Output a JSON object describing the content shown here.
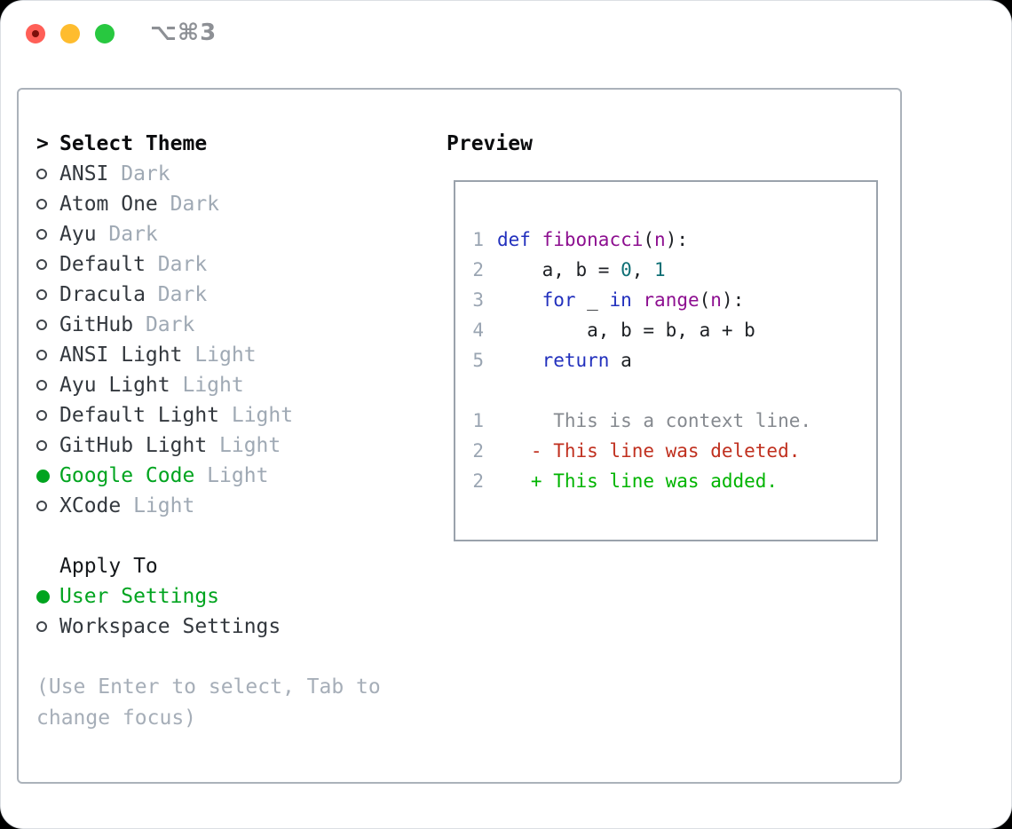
{
  "window": {
    "title": "⌥⌘3",
    "traffic_lights": [
      {
        "name": "close-button"
      },
      {
        "name": "minimize-button"
      },
      {
        "name": "zoom-button"
      }
    ]
  },
  "colors": {
    "traffic_red": "#ff5f57",
    "traffic_red_dot": "#7d100a",
    "traffic_yellow": "#febc2e",
    "traffic_green": "#28c840",
    "title_gray": "#8d9095",
    "panel_border": "#abb2ba",
    "box_border": "#9aa2ac",
    "dark": "#33383e",
    "muted": "#9fa9b4",
    "header": "#0b0c0e",
    "hint": "#a6aeb8",
    "circle": "#41464c",
    "green": "#00a41f",
    "keyword": "#2230bd",
    "function": "#8d0f90",
    "literal": "#0e6f75",
    "plain": "#1d2024",
    "lineno": "#9aa5b2",
    "context": "#85898f",
    "deleted": "#c0301f",
    "added": "#00b400"
  },
  "theme_panel": {
    "header": {
      "prompt": ">",
      "label": "Select Theme"
    },
    "themes": [
      {
        "name": "ANSI",
        "variant": "Dark",
        "selected": false
      },
      {
        "name": "Atom One",
        "variant": "Dark",
        "selected": false
      },
      {
        "name": "Ayu",
        "variant": "Dark",
        "selected": false
      },
      {
        "name": "Default",
        "variant": "Dark",
        "selected": false
      },
      {
        "name": "Dracula",
        "variant": "Dark",
        "selected": false
      },
      {
        "name": "GitHub",
        "variant": "Dark",
        "selected": false
      },
      {
        "name": "ANSI Light",
        "variant": "Light",
        "selected": false
      },
      {
        "name": "Ayu Light",
        "variant": "Light",
        "selected": false
      },
      {
        "name": "Default Light",
        "variant": "Light",
        "selected": false
      },
      {
        "name": "GitHub Light",
        "variant": "Light",
        "selected": false
      },
      {
        "name": "Google Code",
        "variant": "Light",
        "selected": true
      },
      {
        "name": "XCode",
        "variant": "Light",
        "selected": false
      }
    ],
    "apply_to": {
      "label": "Apply To",
      "options": [
        {
          "label": "User Settings",
          "selected": true
        },
        {
          "label": "Workspace Settings",
          "selected": false
        }
      ]
    },
    "hint_lines": [
      "(Use Enter to select, Tab to",
      "change focus)"
    ]
  },
  "preview": {
    "label": "Preview",
    "code_lines": [
      {
        "num": "1",
        "tokens": [
          [
            "def",
            "keyword"
          ],
          [
            " ",
            "plain"
          ],
          [
            "fibonacci",
            "function"
          ],
          [
            "(",
            "plain"
          ],
          [
            "n",
            "function"
          ],
          [
            "):",
            "plain"
          ]
        ]
      },
      {
        "num": "2",
        "tokens": [
          [
            "    a, b = ",
            "plain"
          ],
          [
            "0",
            "literal"
          ],
          [
            ", ",
            "plain"
          ],
          [
            "1",
            "literal"
          ]
        ]
      },
      {
        "num": "3",
        "tokens": [
          [
            "    ",
            "plain"
          ],
          [
            "for",
            "keyword"
          ],
          [
            " _ ",
            "plain"
          ],
          [
            "in",
            "keyword"
          ],
          [
            " ",
            "plain"
          ],
          [
            "range",
            "function"
          ],
          [
            "(",
            "plain"
          ],
          [
            "n",
            "function"
          ],
          [
            "):",
            "plain"
          ]
        ]
      },
      {
        "num": "4",
        "tokens": [
          [
            "        a, b = b, a + b",
            "plain"
          ]
        ]
      },
      {
        "num": "5",
        "tokens": [
          [
            "    ",
            "plain"
          ],
          [
            "return",
            "keyword"
          ],
          [
            " a",
            "plain"
          ]
        ]
      },
      {
        "num": "",
        "tokens": []
      },
      {
        "num": "1",
        "tokens": [
          [
            "     This is a context line.",
            "context"
          ]
        ]
      },
      {
        "num": "2",
        "tokens": [
          [
            "   - This line was deleted.",
            "deleted"
          ]
        ]
      },
      {
        "num": "2",
        "tokens": [
          [
            "   + This line was added.",
            "added"
          ]
        ]
      }
    ]
  }
}
